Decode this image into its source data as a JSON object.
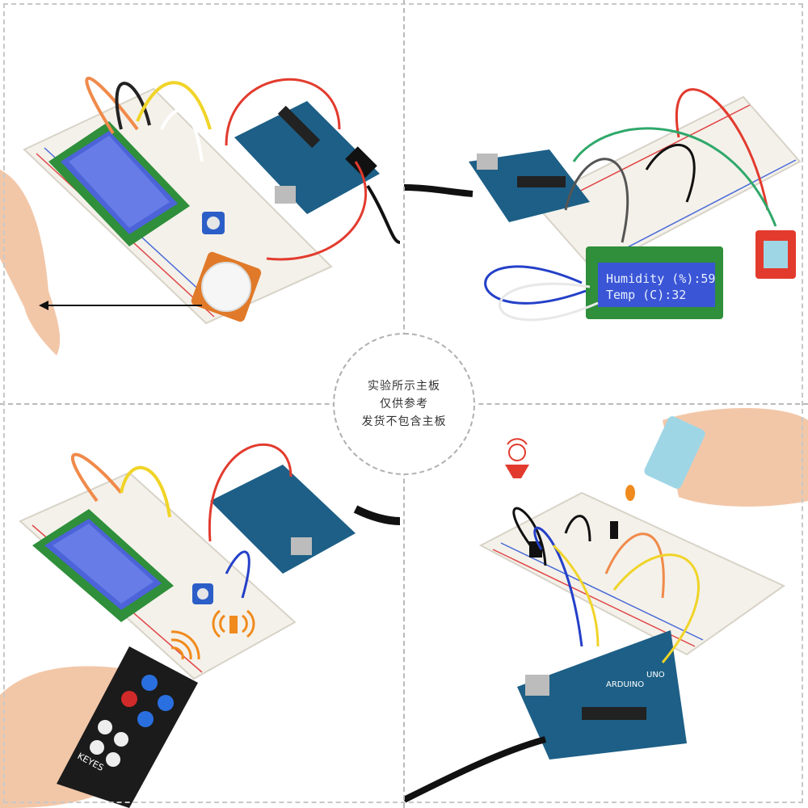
{
  "center_note": {
    "line1": "实验所示主板",
    "line2": "仅供参考",
    "line3": "发货不包含主板"
  },
  "lcd_display": {
    "line1": "Humidity (%):59",
    "line2": "Temp (C):32"
  },
  "remote": {
    "brand": "KEYES"
  },
  "board": {
    "logo_text": "ARDUINO",
    "model_text": "UNO"
  },
  "colors": {
    "breadboard": "#f4f1ea",
    "board_pcb": "#1d5f86",
    "lcd_screen": "#4c63d9",
    "lcd_pcb": "#2f8f3a",
    "warning_orange": "#f08a1c",
    "sensor_red": "#e23b2e",
    "remote_body": "#1b1b1b"
  }
}
